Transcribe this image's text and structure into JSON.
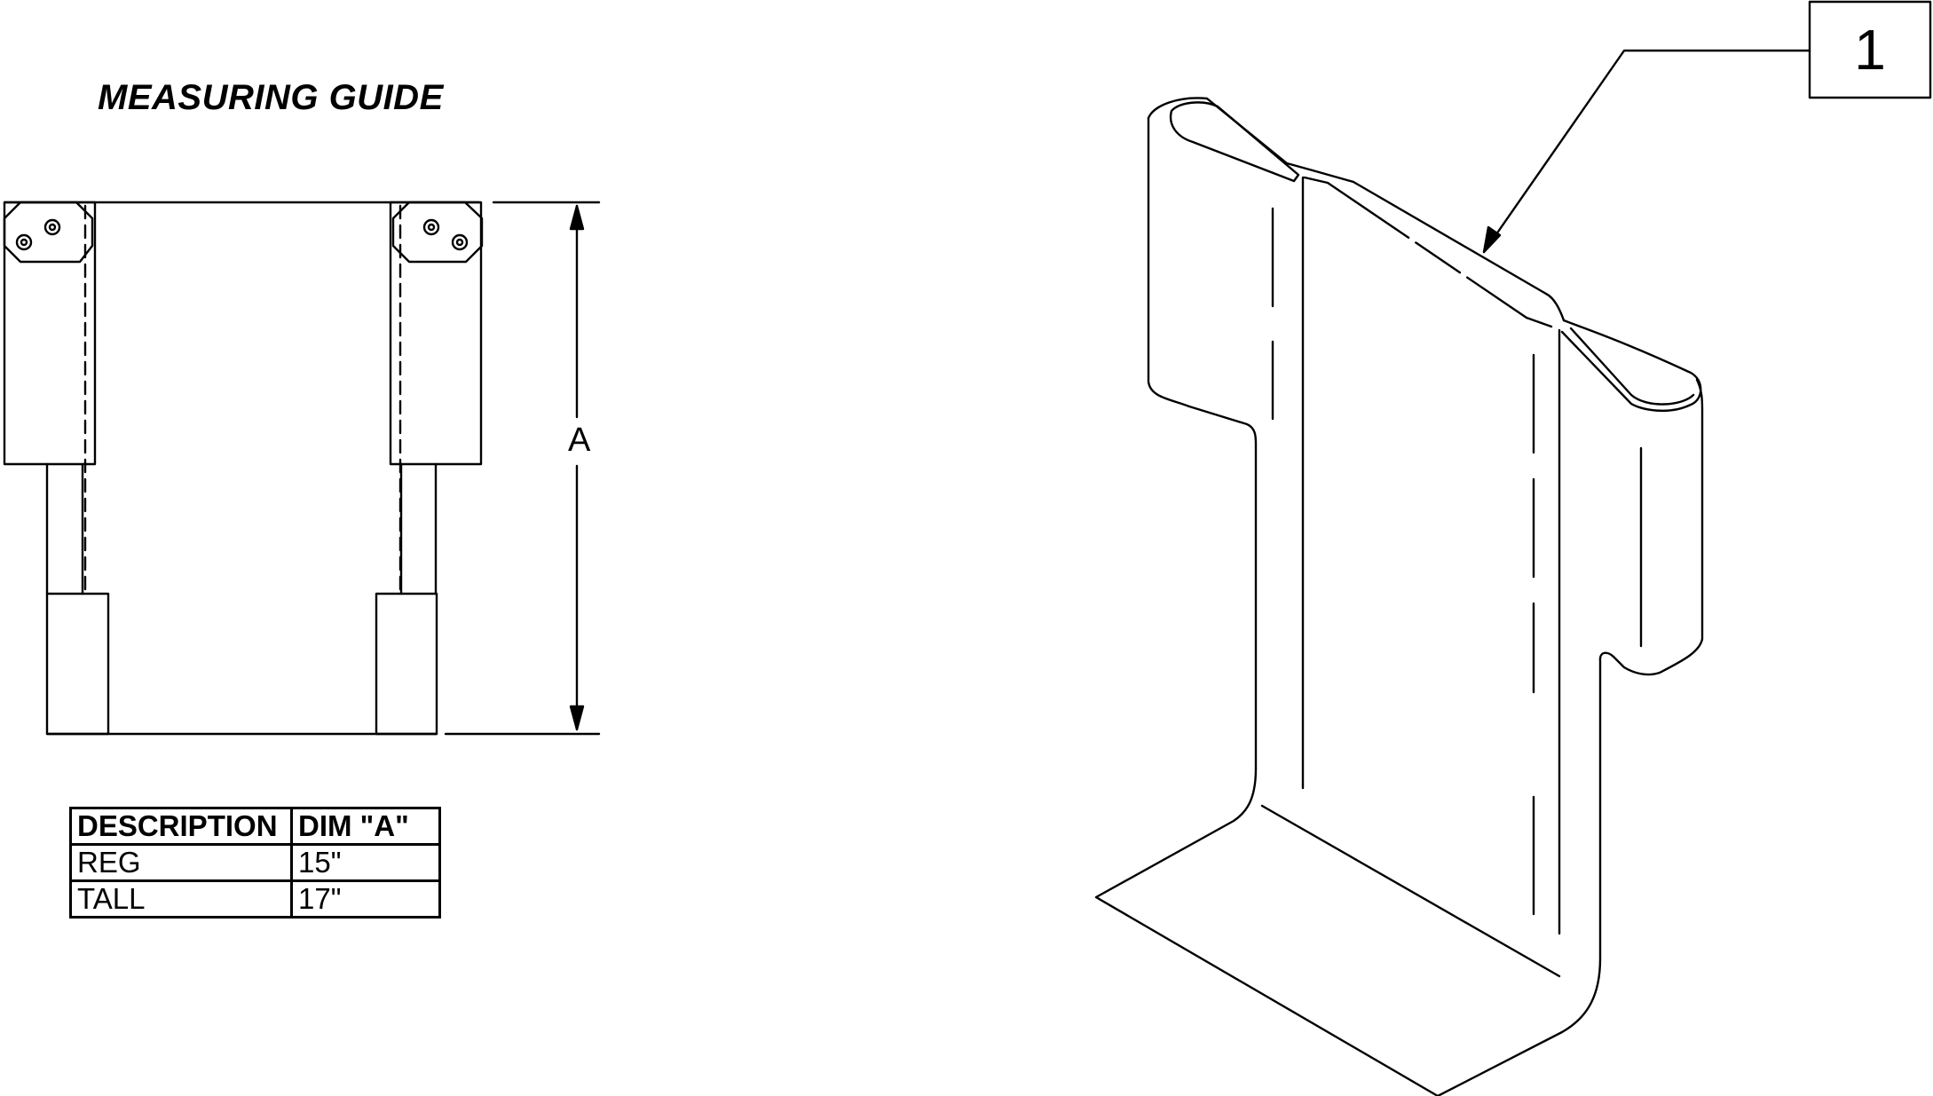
{
  "guide": {
    "title": "MEASURING GUIDE",
    "dimension_label": "A"
  },
  "table": {
    "headers": [
      "DESCRIPTION",
      "DIM \"A\""
    ],
    "rows": [
      [
        "REG",
        "15\""
      ],
      [
        "TALL",
        "17\""
      ]
    ]
  },
  "callout": {
    "number": "1"
  }
}
